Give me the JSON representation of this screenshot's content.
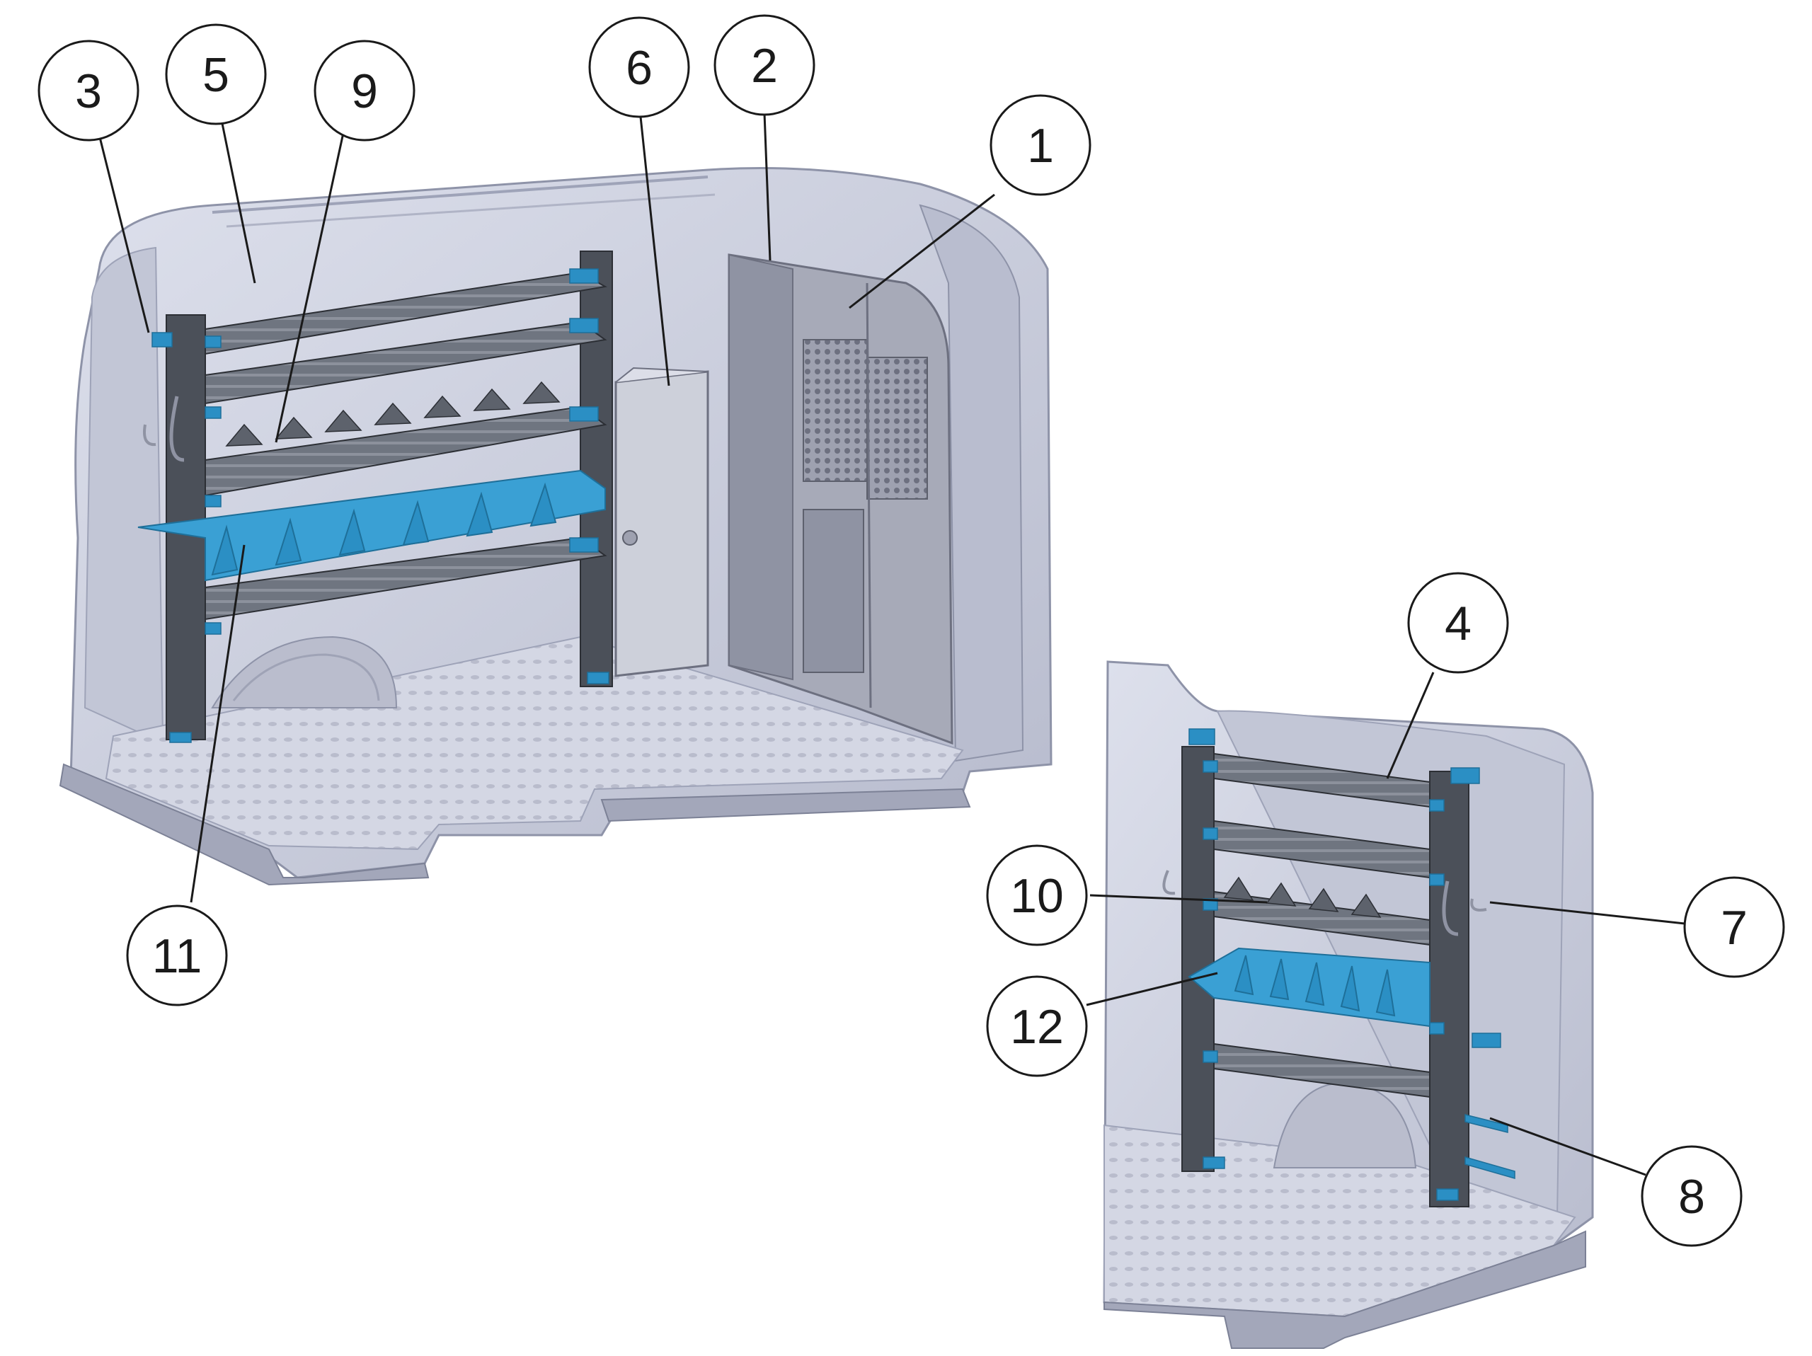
{
  "callouts": [
    {
      "id": "c1",
      "label": "1"
    },
    {
      "id": "c2",
      "label": "2"
    },
    {
      "id": "c3",
      "label": "3"
    },
    {
      "id": "c4",
      "label": "4"
    },
    {
      "id": "c5",
      "label": "5"
    },
    {
      "id": "c6",
      "label": "6"
    },
    {
      "id": "c7",
      "label": "7"
    },
    {
      "id": "c8",
      "label": "8"
    },
    {
      "id": "c9",
      "label": "9"
    },
    {
      "id": "c10",
      "label": "10"
    },
    {
      "id": "c11",
      "label": "11"
    },
    {
      "id": "c12",
      "label": "12"
    }
  ],
  "colors": {
    "background": "#ffffff",
    "van_body": "#c9ccdc",
    "van_edge": "#8e93a8",
    "van_shadow": "#a8acc0",
    "floor": "#d4d7e4",
    "rack_frame": "#4b5059",
    "shelf": "#6f7580",
    "accent_blue": "#2b8fc4",
    "bin_blue": "#3aa0d4",
    "partition": "#a7aab8",
    "cabinet": "#cdd0da",
    "callout_line": "#1a1a1a"
  }
}
